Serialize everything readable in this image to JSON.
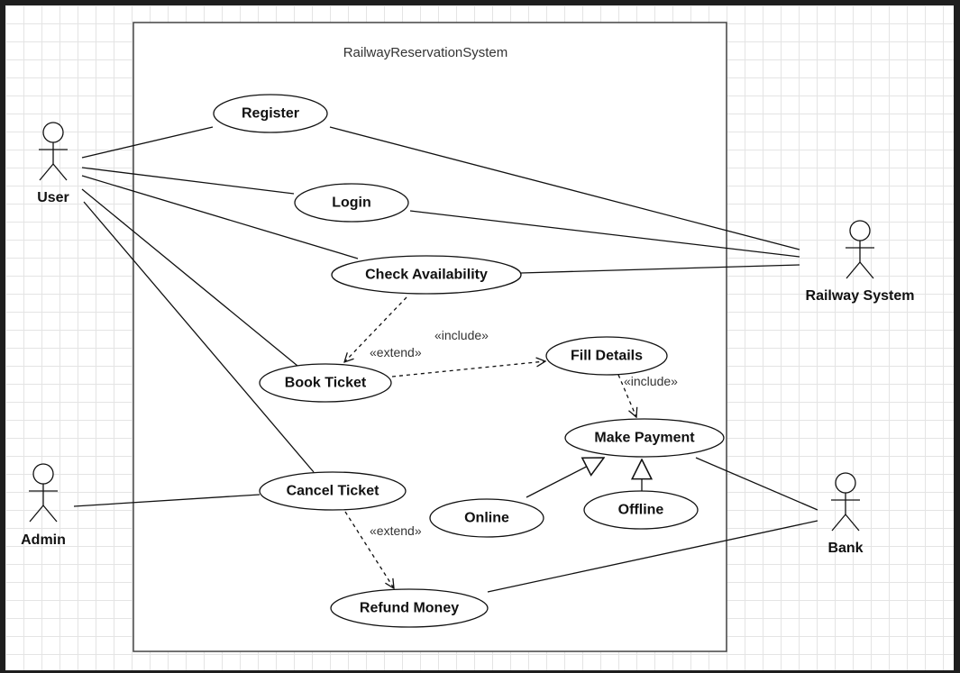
{
  "diagram": {
    "system_name": "RailwayReservationSystem",
    "actors": {
      "user": "User",
      "admin": "Admin",
      "railway_system": "Railway System",
      "bank": "Bank"
    },
    "use_cases": {
      "register": "Register",
      "login": "Login",
      "check_availability": "Check Availability",
      "book_ticket": "Book Ticket",
      "fill_details": "Fill Details",
      "make_payment": "Make Payment",
      "offline": "Offline",
      "online": "Online",
      "cancel_ticket": "Cancel Ticket",
      "refund_money": "Refund Money"
    },
    "stereotypes": {
      "extend_book": "«extend»",
      "include_fill": "«include»",
      "include_payment": "«include»",
      "extend_refund": "«extend»"
    }
  }
}
